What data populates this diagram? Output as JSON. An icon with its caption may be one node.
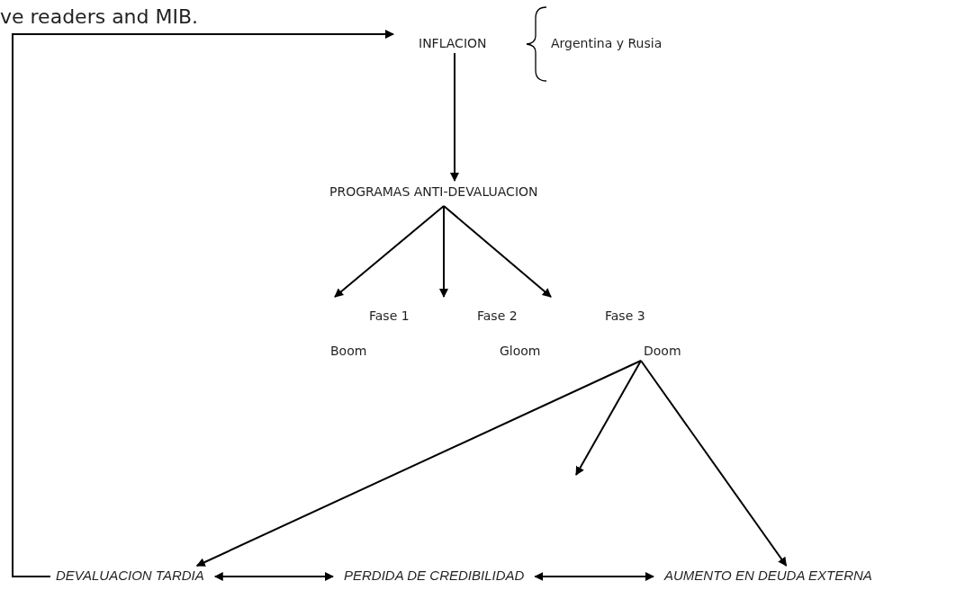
{
  "diagram": {
    "nodes": [
      {
        "text": [
          "INFLACION"
        ]
      },
      {
        "text": [
          "PROGRAMAS ANTI-DEVALUACION"
        ]
      },
      {
        "text": [
          "Doom"
        ]
      },
      {
        "text": [
          "DEVALUACION TARDIA"
        ]
      },
      {
        "text": [
          "PERDIDA DE CREDIBILIDAD"
        ]
      },
      {
        "text": [
          "AUMENTO EN DEUDA EXTERNA"
        ]
      }
    ],
    "edges": [
      {
        "from": 0,
        "to": 1,
        "arrow": "to"
      },
      {
        "from": 1,
        "to": null,
        "arrow": "to"
      },
      {
        "from": 1,
        "to": null,
        "arrow": "to"
      },
      {
        "from": 1,
        "to": null,
        "arrow": "to"
      },
      {
        "from": 2,
        "to": 3,
        "arrow": "to"
      },
      {
        "from": 2,
        "to": null,
        "arrow": "to"
      },
      {
        "from": 2,
        "to": 5,
        "arrow": "to"
      },
      {
        "from": 3,
        "to": 4,
        "arrow": "both"
      },
      {
        "from": 4,
        "to": 5,
        "arrow": "both"
      },
      {
        "from": 3,
        "to": 0,
        "arrow": "to"
      }
    ],
    "labels": [
      "ve readers and MIB.",
      "Argentina y Rusia",
      "Fase 1",
      "Fase 2",
      "Fase 3",
      "Boom",
      "Gloom"
    ]
  }
}
